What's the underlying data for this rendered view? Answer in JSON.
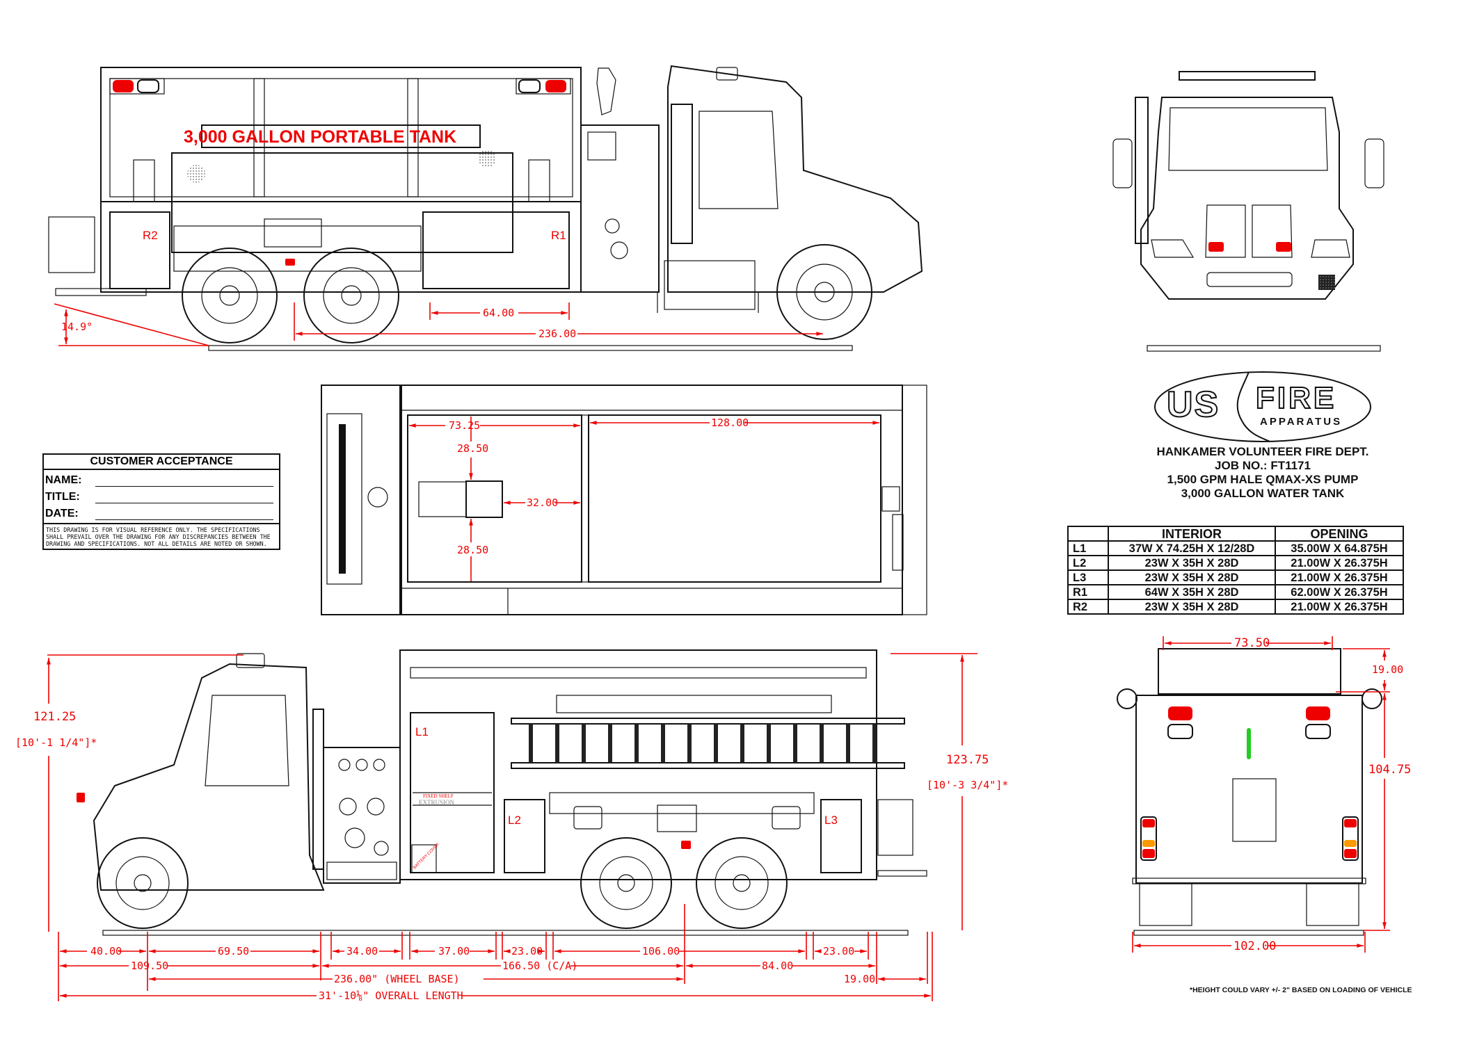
{
  "drawing": {
    "portable_tank_label": "3,000 GALLON PORTABLE TANK",
    "colors": {
      "dimension": "#ee0000",
      "line": "#111111",
      "marker_green": "#22cc22",
      "marker_amber": "#ff9900"
    }
  },
  "side_view_right": {
    "compartments": [
      "R2",
      "R1"
    ],
    "dims": {
      "departure_angle": "14.9°",
      "r1_width": "64.00",
      "wheelbase": "236.00"
    }
  },
  "top_view": {
    "dims": {
      "front_section": "73.25",
      "rear_section": "128.00",
      "upper_offset": "28.50",
      "lower_offset": "28.50",
      "hatch_to_divider": "32.00"
    }
  },
  "side_view_left": {
    "compartments": [
      "L1",
      "L2",
      "L3"
    ],
    "l1_labels": {
      "shelf": "FIXED SHELF",
      "extrusion": "EXTRUSION",
      "battery": "BATTERY COVER"
    },
    "height_cab": {
      "inches": "121.25",
      "feet": "[10'-1 1/4\"]*"
    },
    "height_body": {
      "inches": "123.75",
      "feet": "[10'-3 3/4\"]*"
    },
    "dims_row1": [
      "40.00",
      "69.50",
      "34.00",
      "37.00",
      "23.00",
      "106.00",
      "23.00"
    ],
    "dims_row2": [
      "109.50",
      "166.50 (C/A)",
      "84.00"
    ],
    "dims_row3": [
      "236.00\" (WHEEL BASE)",
      "19.00"
    ],
    "overall_length": "31'-10⅛\" OVERALL LENGTH"
  },
  "rear_view": {
    "dims": {
      "width_upper": "73.50",
      "upper_height": "19.00",
      "body_height": "104.75",
      "overall_width": "102.00"
    }
  },
  "title_block": {
    "logo": {
      "us": "US",
      "fire": "FIRE",
      "apparatus": "APPARATUS"
    },
    "lines": [
      "HANKAMER VOLUNTEER FIRE DEPT.",
      "JOB NO.: FT1171",
      "1,500 GPM HALE QMAX-XS PUMP",
      "3,000 GALLON WATER TANK"
    ]
  },
  "compartment_table": {
    "headers": [
      "",
      "INTERIOR",
      "OPENING"
    ],
    "rows": [
      {
        "code": "L1",
        "interior": "37W X 74.25H X 12/28D",
        "opening": "35.00W X 64.875H"
      },
      {
        "code": "L2",
        "interior": "23W X 35H X 28D",
        "opening": "21.00W X 26.375H"
      },
      {
        "code": "L3",
        "interior": "23W X 35H X 28D",
        "opening": "21.00W X 26.375H"
      },
      {
        "code": "R1",
        "interior": "64W X 35H X 28D",
        "opening": "62.00W X 26.375H"
      },
      {
        "code": "R2",
        "interior": "23W X 35H X 28D",
        "opening": "21.00W X 26.375H"
      }
    ]
  },
  "customer_acceptance": {
    "title": "CUSTOMER ACCEPTANCE",
    "fields": [
      {
        "label": "NAME:",
        "value": ""
      },
      {
        "label": "TITLE:",
        "value": ""
      },
      {
        "label": "DATE:",
        "value": ""
      }
    ],
    "disclaimer": "THIS DRAWING IS FOR VISUAL REFERENCE ONLY. THE SPECIFICATIONS SHALL PREVAIL OVER THE DRAWING FOR ANY DISCREPANCIES BETWEEN THE DRAWING AND SPECIFICATIONS. NOT ALL DETAILS ARE NOTED OR SHOWN."
  },
  "footnote": "*HEIGHT COULD VARY +/- 2\" BASED ON LOADING OF VEHICLE"
}
